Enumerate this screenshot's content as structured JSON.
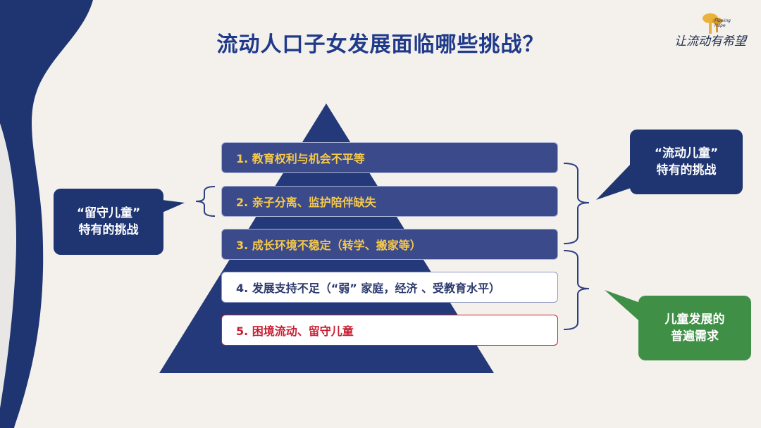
{
  "slide": {
    "title": "流动人口子女发展面临哪些挑战？",
    "logo": {
      "main_text": "让流动有希望",
      "small_text_1": "Flowing",
      "small_text_2": "Hope"
    },
    "pyramid_levels": [
      {
        "label": "1. 教育权利与机会不平等"
      },
      {
        "label": "2. 亲子分离、监护陪伴缺失"
      },
      {
        "label": "3. 成长环境不稳定（转学、搬家等）"
      },
      {
        "label": "4. 发展支持不足（“弱” 家庭，经济 、受教育水平）"
      },
      {
        "label": "5. 困境流动、留守儿童"
      }
    ],
    "callouts": {
      "left_behind": {
        "line1": "“留守儿童”",
        "line2": "特有的挑战"
      },
      "migrant": {
        "line1": "“流动儿童”",
        "line2": "特有的挑战"
      },
      "general": {
        "line1": "儿童发展的",
        "line2": "普遍需求"
      }
    },
    "colors": {
      "navy": "#1f3572",
      "title_blue": "#1f3a8a",
      "bar_blue": "#3b4a8a",
      "bar_text_yellow": "#f7c948",
      "alert_red": "#c81e32",
      "green": "#3f8f46",
      "background": "#f4f1ec"
    }
  }
}
